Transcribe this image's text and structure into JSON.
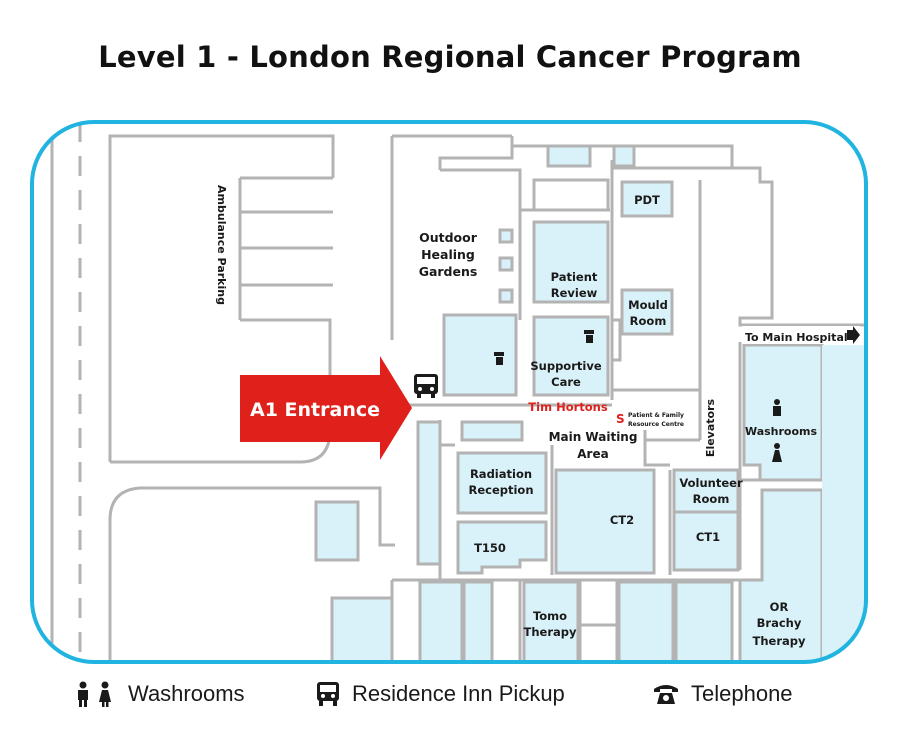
{
  "title": "Level 1 - London Regional Cancer Program",
  "colors": {
    "frame": "#21b4e0",
    "room_fill": "#d9f1f8",
    "wall": "#b3b3b3",
    "entrance": "#e0211b",
    "text_red": "#e0211b"
  },
  "map": {
    "ambulance_parking": "Ambulance Parking",
    "entrance_label": "A1 Entrance",
    "outdoor_gardens": [
      "Outdoor",
      "Healing",
      "Gardens"
    ],
    "to_main_hospital": "To Main Hospital",
    "rooms": {
      "pdt": "PDT",
      "patient_review": [
        "Patient",
        "Review"
      ],
      "mould_room": [
        "Mould",
        "Room"
      ],
      "supportive_care": [
        "Supportive",
        "Care"
      ],
      "tim_hortons": "Tim Hortons",
      "s_marker": "S",
      "resource_centre": [
        "Patient & Family",
        "Resource Centre"
      ],
      "main_waiting": [
        "Main Waiting",
        "Area"
      ],
      "elevators": "Elevators",
      "washrooms": "Washrooms",
      "radiation_reception": [
        "Radiation",
        "Reception"
      ],
      "ct2": "CT2",
      "volunteer_room": [
        "Volunteer",
        "Room"
      ],
      "ct1": "CT1",
      "t150": "T150",
      "tomo_therapy": [
        "Tomo",
        "Therapy"
      ],
      "or_brachy": [
        "OR",
        "Brachy",
        "Therapy"
      ]
    }
  },
  "legend": {
    "washrooms": "Washrooms",
    "residence_pickup": "Residence Inn Pickup",
    "telephone": "Telephone",
    "icons": [
      "washroom-icon",
      "bus-icon",
      "telephone-icon"
    ]
  }
}
